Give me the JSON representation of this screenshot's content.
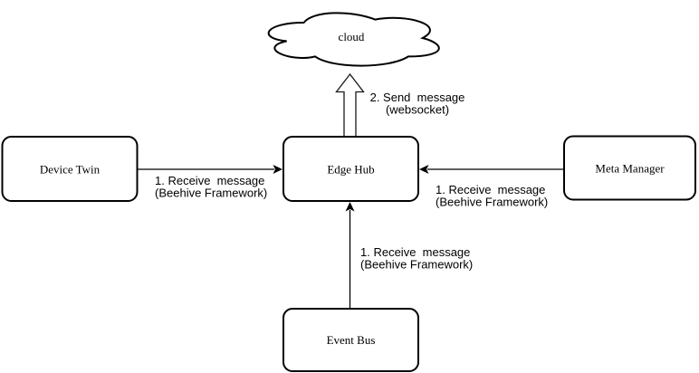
{
  "diagram": {
    "background_color": "#ffffff",
    "line_color": "#000000",
    "node_fill_color": "#ffffff",
    "nodes": {
      "cloud": {
        "label": "cloud",
        "shape": "cloud"
      },
      "device_twin": {
        "label": "Device Twin",
        "shape": "rounded-rectangle"
      },
      "edge_hub": {
        "label": "Edge Hub",
        "shape": "rounded-rectangle"
      },
      "meta_manager": {
        "label": "Meta Manager",
        "shape": "rounded-rectangle"
      },
      "event_bus": {
        "label": "Event Bus",
        "shape": "rounded-rectangle"
      }
    },
    "edges": {
      "edge_hub_to_cloud": {
        "from": "Edge Hub",
        "to": "cloud",
        "arrow_style": "hollow-block-arrow-up",
        "line1": "2. Send  message",
        "line2": "(websocket)"
      },
      "device_twin_to_edge_hub": {
        "from": "Device Twin",
        "to": "Edge Hub",
        "arrow_style": "thin-arrow-right",
        "line1": "1. Receive  message",
        "line2": "(Beehive Framework)"
      },
      "meta_manager_to_edge_hub": {
        "from": "Meta Manager",
        "to": "Edge Hub",
        "arrow_style": "thin-arrow-left",
        "line1": "1. Receive  message",
        "line2": "(Beehive Framework)"
      },
      "event_bus_to_edge_hub": {
        "from": "Event Bus",
        "to": "Edge Hub",
        "arrow_style": "thin-arrow-up",
        "line1": "1. Receive  message",
        "line2": "(Beehive Framework)"
      }
    }
  }
}
